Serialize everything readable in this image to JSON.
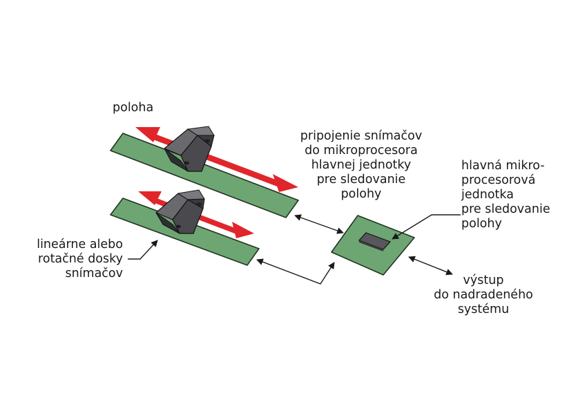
{
  "labels": {
    "position": "poloha",
    "sensor_connection": [
      "pripojenie snímačov",
      "do mikroprocesora",
      "hlavnej jednotky",
      "pre sledovanie",
      "polohy"
    ],
    "main_unit": [
      "hlavná mikro-",
      "procesorová",
      "jednotka",
      "pre sledovanie",
      "polohy"
    ],
    "sensor_boards": [
      "lineárne alebo",
      "rotačné dosky",
      "snímačov"
    ],
    "output": [
      "výstup",
      "do nadradeného",
      "systému"
    ]
  },
  "colors": {
    "board": "#6da672",
    "board_edge": "#223322",
    "motion_arrow": "#e0262b",
    "sensor_body": "#5a5a5e",
    "chip": "#58585c",
    "line": "#1a1a1a"
  }
}
